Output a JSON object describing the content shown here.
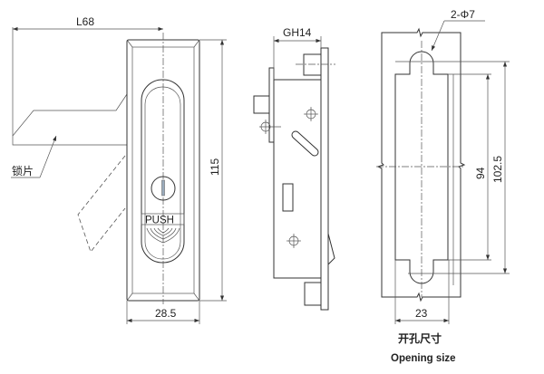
{
  "front_view": {
    "width_label": "L68",
    "height_label": "115",
    "bottom_width_label": "28.5",
    "push_label": "PUSH",
    "plate_label": "锁片"
  },
  "side_view": {
    "depth_label": "GH14"
  },
  "opening_view": {
    "hole_label": "2-Φ7",
    "inner_height_label": "94",
    "outer_height_label": "102.5",
    "width_label": "23",
    "caption_cn": "开孔尺寸",
    "caption_en": "Opening size"
  }
}
